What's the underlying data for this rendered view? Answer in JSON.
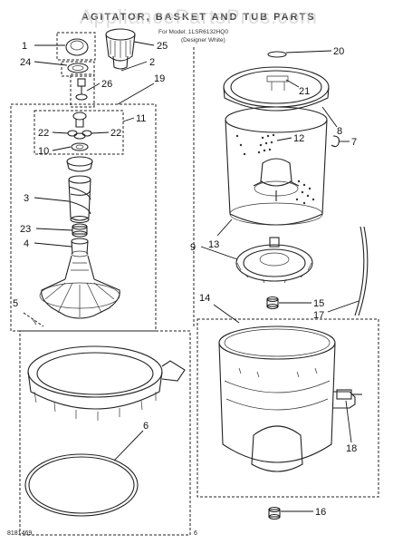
{
  "header": {
    "title": "AGITATOR, BASKET AND TUB PARTS",
    "watermark": "AppliancePartsPros.com",
    "subtitle_1": "For Model: 1LSR6132HQ0",
    "subtitle_2": "(Designer White)"
  },
  "footer": {
    "doc_number": "8181469",
    "page_number": "6"
  },
  "callouts": [
    "1",
    "24",
    "25",
    "2",
    "26",
    "19",
    "11",
    "22",
    "22",
    "10",
    "12",
    "3",
    "23",
    "4",
    "5",
    "6",
    "20",
    "21",
    "8",
    "7",
    "13",
    "9",
    "14",
    "15",
    "17",
    "18",
    "16"
  ]
}
